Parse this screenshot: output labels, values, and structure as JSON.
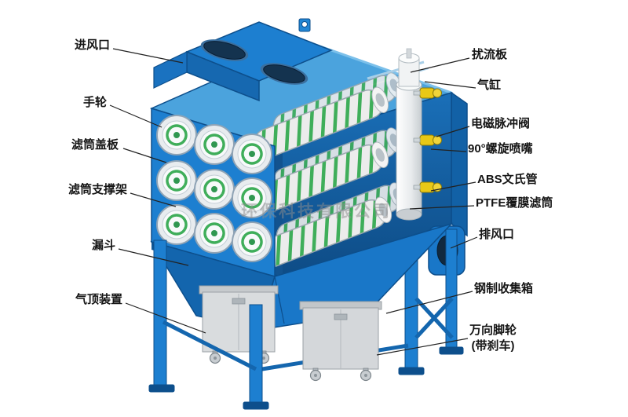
{
  "watermark": "环保科技有限公司",
  "labels": {
    "left": [
      {
        "id": "air-inlet",
        "text": "进风口"
      },
      {
        "id": "handwheel",
        "text": "手轮"
      },
      {
        "id": "cartridge-cover",
        "text": "滤筒盖板"
      },
      {
        "id": "support-frame",
        "text": "滤筒支撑架"
      },
      {
        "id": "funnel",
        "text": "漏斗"
      },
      {
        "id": "air-jack-device",
        "text": "气顶装置"
      }
    ],
    "right": [
      {
        "id": "spoiler-plate",
        "text": "扰流板"
      },
      {
        "id": "air-cylinder",
        "text": "气缸"
      },
      {
        "id": "pulse-valve",
        "text": "电磁脉冲阀"
      },
      {
        "id": "spiral-nozzle",
        "text": "90°螺旋喷嘴"
      },
      {
        "id": "abs-venturi",
        "text": "ABS文氏管"
      },
      {
        "id": "ptfe-cartridge",
        "text": "PTFE覆膜滤筒"
      },
      {
        "id": "exhaust-outlet",
        "text": "排风口"
      },
      {
        "id": "steel-bin",
        "text": "钢制收集箱"
      },
      {
        "id": "caster",
        "text": "万向脚轮\n(带刹车)"
      }
    ]
  },
  "colors": {
    "body_blue": "#1d7fd0",
    "top_blue": "#4ba3dd",
    "dark_blue": "#0d4f8c",
    "interior_blue": "#12558f",
    "cartridge_green": "#3fae5a",
    "valve_yellow": "#e9c816",
    "bin_gray": "#d6d9dc",
    "line_black": "#222222"
  }
}
